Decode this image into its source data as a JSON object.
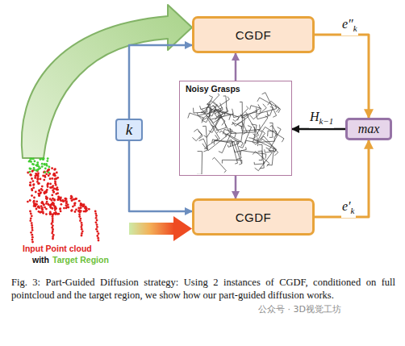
{
  "diagram": {
    "caption": "Fig. 3: Part-Guided Diffusion strategy: Using 2 instances of CGDF, conditioned on full pointcloud and the target region, we show how our part-guided diffusion works.",
    "nodes": [
      {
        "text": [
          "CGDF"
        ]
      },
      {
        "text": [
          "k"
        ]
      },
      {
        "text": [
          "Noisy Grasps"
        ]
      },
      {
        "text": [
          "max"
        ]
      },
      {
        "text": [
          "CGDF"
        ]
      }
    ],
    "edges": [
      {
        "from": 1,
        "to": 0,
        "arrow": "to"
      },
      {
        "from": 1,
        "to": 4,
        "arrow": "to"
      },
      {
        "from": 2,
        "to": 0,
        "arrow": "to"
      },
      {
        "from": 2,
        "to": 4,
        "arrow": "to"
      },
      {
        "from": 0,
        "to": 3,
        "label": "e″k",
        "arrow": "to"
      },
      {
        "from": 4,
        "to": 3,
        "label": "e′k",
        "arrow": "to"
      },
      {
        "from": 3,
        "to": 2,
        "label": "Hk−1",
        "arrow": "to"
      }
    ],
    "labels": [
      "Input Point cloud",
      "with",
      "Target Region",
      "公众号 · 3D视觉工坊"
    ]
  }
}
